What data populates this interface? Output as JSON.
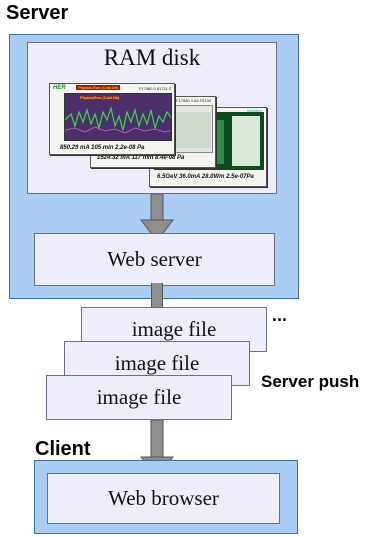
{
  "server": {
    "label": "Server"
  },
  "ram_disk": {
    "label": "RAM disk"
  },
  "thumbnails": [
    {
      "badge": "HER",
      "title_tag": "Physics Run (Cold Db)",
      "fill_id": "F17580 0 81711 0",
      "caption": "850.29 mA  105 min 2.2e-08 Pa",
      "plot_title": "PhysicsRun (Cold Db)"
    },
    {
      "badge": "",
      "title_tag": "",
      "fill_id": "F17580 0 83 F5130",
      "caption": "1524.32 mA  117 min 8.4e-08 Pa",
      "plot_title": ""
    },
    {
      "badge": "",
      "title_tag": "",
      "fill_id": "Injection",
      "caption": "6.5GeV  36.0mA  28.0Wm 2.5e-07Pa",
      "plot_title": ""
    }
  ],
  "web_server": {
    "label": "Web server"
  },
  "image_files": [
    "image file",
    "image file",
    "image file"
  ],
  "ellipsis": "...",
  "server_push": {
    "label": "Server push"
  },
  "client": {
    "label": "Client"
  },
  "web_browser": {
    "label": "Web browser"
  },
  "colors": {
    "outer_panel": "#a9cdf4",
    "inner_box": "#eeeefa",
    "arrow": "#8e8e8e"
  }
}
